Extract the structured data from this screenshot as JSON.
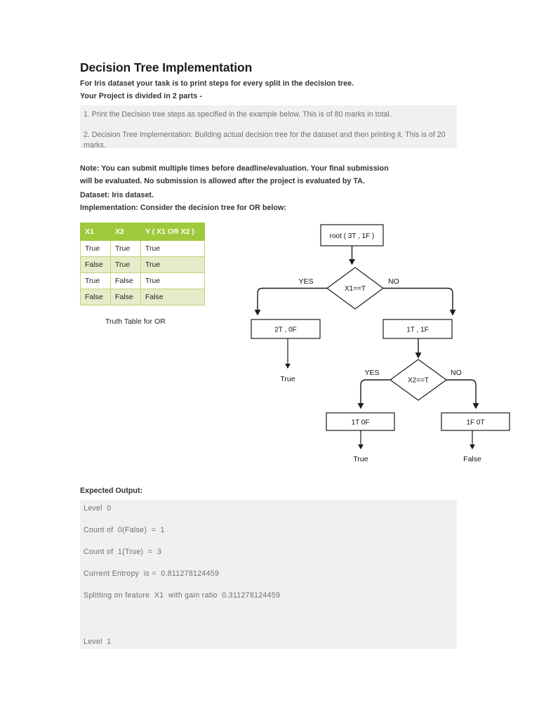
{
  "document": {
    "title": "Decision Tree Implementation",
    "intro_lines": [
      "For Iris dataset your task is to print steps for every split in the decision tree.",
      "Your Project is divided in 2 parts -"
    ],
    "parts_band": {
      "part1": "1. Print the Decision tree steps as specified in the example below. This is of 80 marks in total.",
      "part2": "2. Decision Tree Implementation:  Building actual decision tree for the dataset and then printing it. This is of 20 marks."
    },
    "notes": [
      "Note: You can submit multiple times before deadline/evaluation. Your final submission",
      "will be evaluated. No submission is allowed after the project is evaluated by TA.",
      "Dataset: Iris dataset.",
      "Implementation: Consider the decision tree for OR below:"
    ]
  },
  "truth_table": {
    "caption": "Truth Table for OR",
    "headers": [
      "X1",
      "X2",
      "Y ( X1 OR X2 )"
    ],
    "rows": [
      [
        "True",
        "True",
        "True"
      ],
      [
        "False",
        "True",
        "True"
      ],
      [
        "True",
        "False",
        "True"
      ],
      [
        "False",
        "False",
        "False"
      ]
    ],
    "colors": {
      "header_bg": "#9fc93c",
      "header_text": "#ffffff",
      "row_alt_bg": "#e6ecc9",
      "border": "#c3d17a"
    }
  },
  "flowchart": {
    "root_box": "root ( 3T , 1F )",
    "decision_1": "X1==T",
    "decision_2": "X2==T",
    "branch_yes": "YES",
    "branch_no": "NO",
    "box_left_l1": "2T , 0F",
    "box_right_l1": "1T , 1F",
    "box_left_l2": "1T 0F",
    "box_right_l2": "1F 0T",
    "leaf_true_l1": "True",
    "leaf_true_l2": "True",
    "leaf_false_l2": "False"
  },
  "expected_output": {
    "label": "Expected Output:",
    "lines": [
      "Level  0",
      "Count of  0(False)  =  1",
      "Count of  1(True)  =  3",
      "Current Entropy  is =  0.811278124459",
      "Splitting on feature  X1  with gain ratio  0.311278124459",
      "",
      "Level  1"
    ],
    "background": "#f0f0f0"
  }
}
